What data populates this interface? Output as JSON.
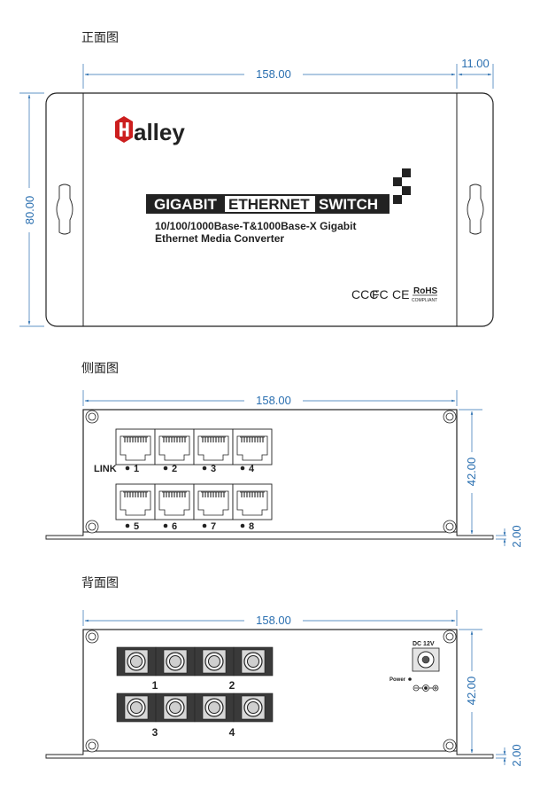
{
  "views": {
    "front": {
      "title": "正面图",
      "width_dim": "158.00",
      "ear_dim": "11.00",
      "height_dim": "80.00",
      "logo_text": "alley",
      "banner": [
        "GIGABIT",
        "ETHERNET",
        "SWITCH"
      ],
      "subtitle_line1": "10/100/1000Base-T&1000Base-X Gigabit",
      "subtitle_line2": "Ethernet Media Converter",
      "cert_ccc": "CCC",
      "cert_fc": "FC",
      "cert_ce": "CE",
      "cert_rohs": "RoHS",
      "cert_compliant": "COMPLIANT"
    },
    "side": {
      "title": "侧面图",
      "width_dim": "158.00",
      "height_dim": "42.00",
      "foot_dim": "2.00",
      "link_label": "LINK",
      "port_numbers_top": [
        "1",
        "2",
        "3",
        "4"
      ],
      "port_numbers_bottom": [
        "5",
        "6",
        "7",
        "8"
      ]
    },
    "back": {
      "title": "背面图",
      "width_dim": "158.00",
      "height_dim": "42.00",
      "foot_dim": "2.00",
      "fiber_labels_top": [
        "1",
        "2"
      ],
      "fiber_labels_bottom": [
        "3",
        "4"
      ],
      "dc_label": "DC 12V",
      "power_label": "Power"
    }
  }
}
